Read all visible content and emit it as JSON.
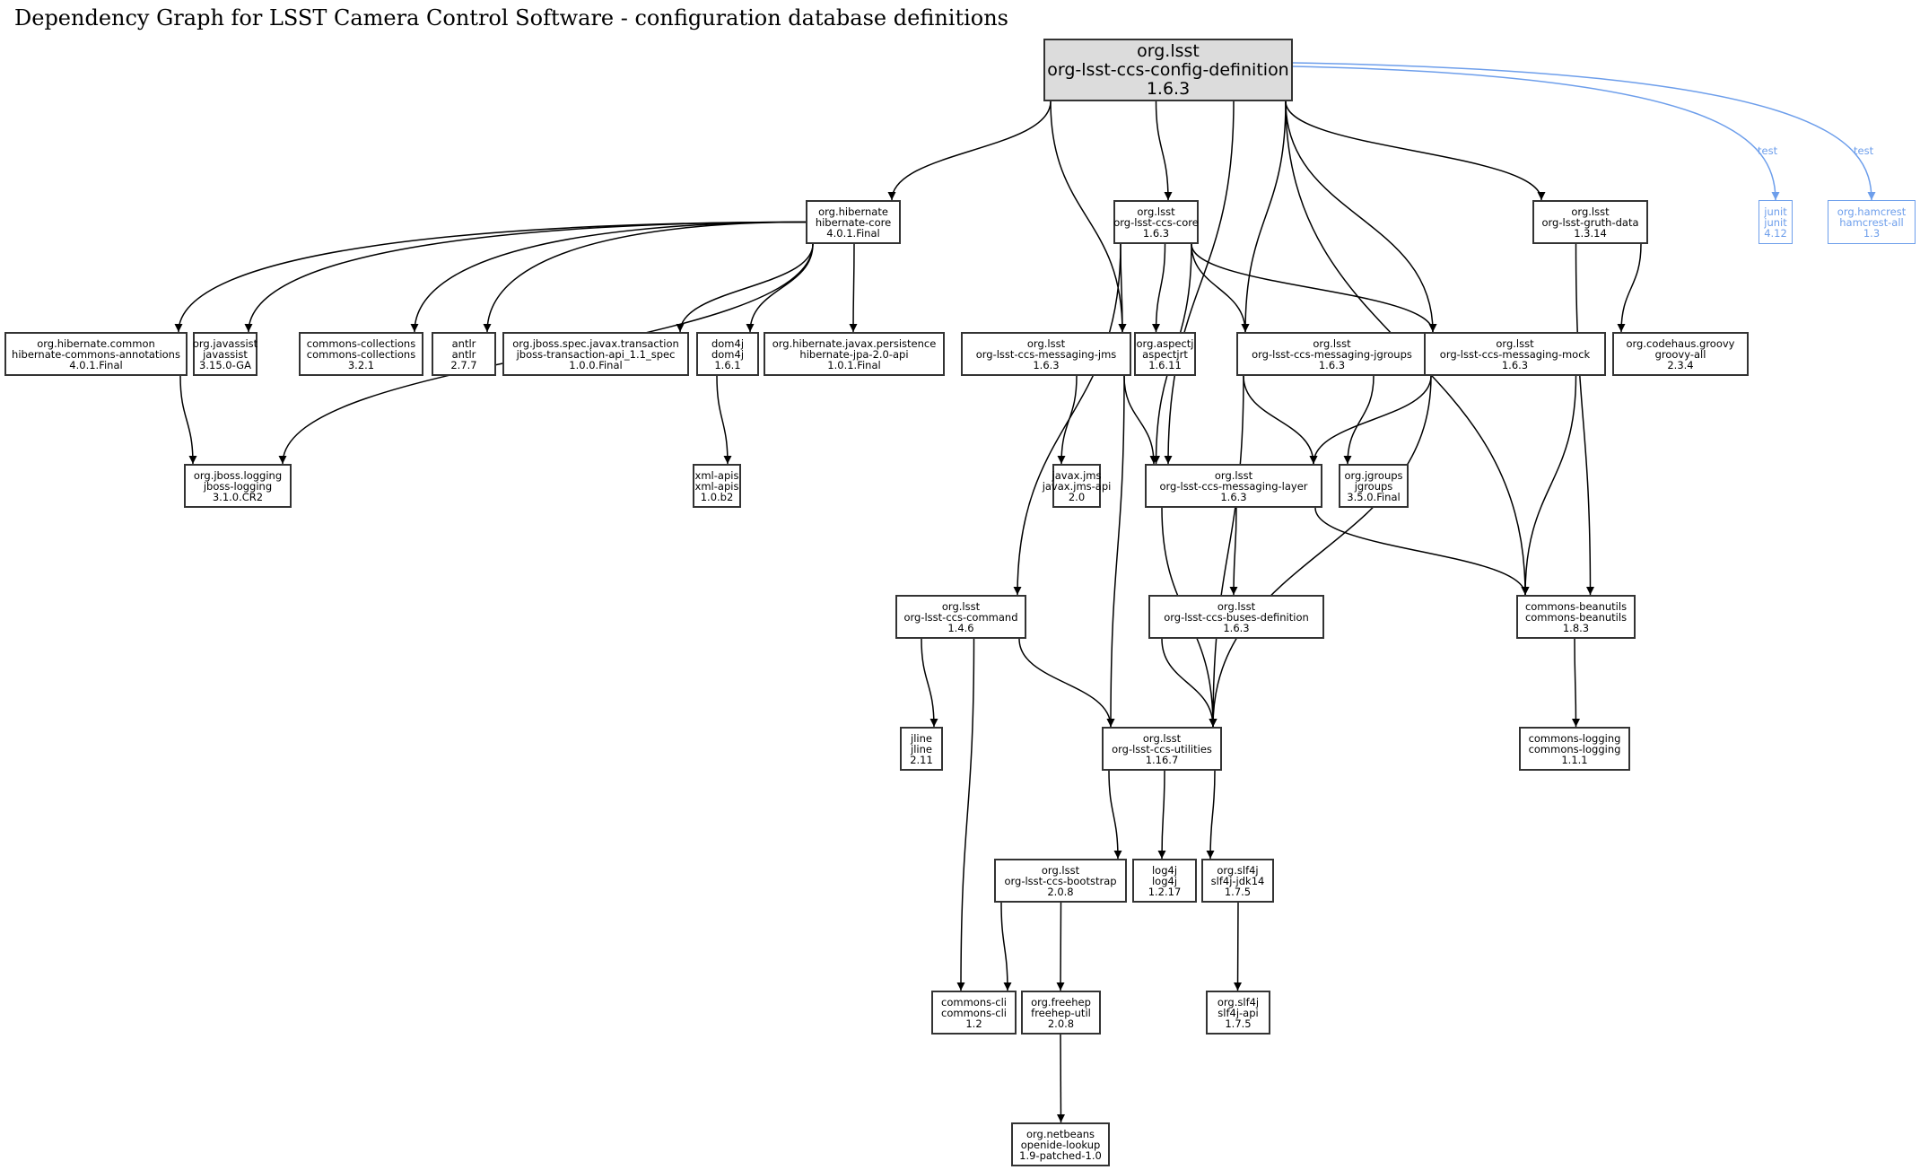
{
  "title": "Dependency Graph for LSST Camera Control Software - configuration database definitions",
  "colors": {
    "edge": "#000000",
    "test_edge": "#6d9eeb",
    "root_fill": "#dcdcdc",
    "node_border": "#333333"
  },
  "nodes": [
    {
      "id": "root",
      "group": "org.lsst",
      "artifact": "org-lsst-ccs-config-definition",
      "version": "1.6.3",
      "kind": "root"
    },
    {
      "id": "hibernate-core",
      "group": "org.hibernate",
      "artifact": "hibernate-core",
      "version": "4.0.1.Final"
    },
    {
      "id": "ccs-core",
      "group": "org.lsst",
      "artifact": "org-lsst-ccs-core",
      "version": "1.6.3"
    },
    {
      "id": "gruth-data",
      "group": "org.lsst",
      "artifact": "org-lsst-gruth-data",
      "version": "1.3.14"
    },
    {
      "id": "junit",
      "group": "junit",
      "artifact": "junit",
      "version": "4.12",
      "kind": "test"
    },
    {
      "id": "hamcrest",
      "group": "org.hamcrest",
      "artifact": "hamcrest-all",
      "version": "1.3",
      "kind": "test"
    },
    {
      "id": "commons-annotations",
      "group": "org.hibernate.common",
      "artifact": "hibernate-commons-annotations",
      "version": "4.0.1.Final"
    },
    {
      "id": "javassist",
      "group": "org.javassist",
      "artifact": "javassist",
      "version": "3.15.0-GA"
    },
    {
      "id": "commons-collections",
      "group": "commons-collections",
      "artifact": "commons-collections",
      "version": "3.2.1"
    },
    {
      "id": "antlr",
      "group": "antlr",
      "artifact": "antlr",
      "version": "2.7.7"
    },
    {
      "id": "jboss-transaction",
      "group": "org.jboss.spec.javax.transaction",
      "artifact": "jboss-transaction-api_1.1_spec",
      "version": "1.0.0.Final"
    },
    {
      "id": "dom4j",
      "group": "dom4j",
      "artifact": "dom4j",
      "version": "1.6.1"
    },
    {
      "id": "hibernate-jpa",
      "group": "org.hibernate.javax.persistence",
      "artifact": "hibernate-jpa-2.0-api",
      "version": "1.0.1.Final"
    },
    {
      "id": "messaging-jms",
      "group": "org.lsst",
      "artifact": "org-lsst-ccs-messaging-jms",
      "version": "1.6.3"
    },
    {
      "id": "aspectjrt",
      "group": "org.aspectj",
      "artifact": "aspectjrt",
      "version": "1.6.11"
    },
    {
      "id": "messaging-jgroups",
      "group": "org.lsst",
      "artifact": "org-lsst-ccs-messaging-jgroups",
      "version": "1.6.3"
    },
    {
      "id": "messaging-mock",
      "group": "org.lsst",
      "artifact": "org-lsst-ccs-messaging-mock",
      "version": "1.6.3"
    },
    {
      "id": "groovy-all",
      "group": "org.codehaus.groovy",
      "artifact": "groovy-all",
      "version": "2.3.4"
    },
    {
      "id": "jboss-logging",
      "group": "org.jboss.logging",
      "artifact": "jboss-logging",
      "version": "3.1.0.CR2"
    },
    {
      "id": "xml-apis",
      "group": "xml-apis",
      "artifact": "xml-apis",
      "version": "1.0.b2"
    },
    {
      "id": "jms-api",
      "group": "javax.jms",
      "artifact": "javax.jms-api",
      "version": "2.0"
    },
    {
      "id": "messaging-layer",
      "group": "org.lsst",
      "artifact": "org-lsst-ccs-messaging-layer",
      "version": "1.6.3"
    },
    {
      "id": "jgroups",
      "group": "org.jgroups",
      "artifact": "jgroups",
      "version": "3.5.0.Final"
    },
    {
      "id": "ccs-command",
      "group": "org.lsst",
      "artifact": "org-lsst-ccs-command",
      "version": "1.4.6"
    },
    {
      "id": "buses-definition",
      "group": "org.lsst",
      "artifact": "org-lsst-ccs-buses-definition",
      "version": "1.6.3"
    },
    {
      "id": "commons-beanutils",
      "group": "commons-beanutils",
      "artifact": "commons-beanutils",
      "version": "1.8.3"
    },
    {
      "id": "jline",
      "group": "jline",
      "artifact": "jline",
      "version": "2.11"
    },
    {
      "id": "ccs-utilities",
      "group": "org.lsst",
      "artifact": "org-lsst-ccs-utilities",
      "version": "1.16.7"
    },
    {
      "id": "commons-logging",
      "group": "commons-logging",
      "artifact": "commons-logging",
      "version": "1.1.1"
    },
    {
      "id": "ccs-bootstrap",
      "group": "org.lsst",
      "artifact": "org-lsst-ccs-bootstrap",
      "version": "2.0.8"
    },
    {
      "id": "log4j",
      "group": "log4j",
      "artifact": "log4j",
      "version": "1.2.17"
    },
    {
      "id": "slf4j-jdk14",
      "group": "org.slf4j",
      "artifact": "slf4j-jdk14",
      "version": "1.7.5"
    },
    {
      "id": "commons-cli",
      "group": "commons-cli",
      "artifact": "commons-cli",
      "version": "1.2"
    },
    {
      "id": "freehep-util",
      "group": "org.freehep",
      "artifact": "freehep-util",
      "version": "2.0.8"
    },
    {
      "id": "slf4j-api",
      "group": "org.slf4j",
      "artifact": "slf4j-api",
      "version": "1.7.5"
    },
    {
      "id": "openide-lookup",
      "group": "org.netbeans",
      "artifact": "openide-lookup",
      "version": "1.9-patched-1.0"
    }
  ],
  "edges": [
    {
      "from": "root",
      "to": "hibernate-core"
    },
    {
      "from": "root",
      "to": "ccs-core"
    },
    {
      "from": "root",
      "to": "messaging-jms"
    },
    {
      "from": "root",
      "to": "messaging-layer"
    },
    {
      "from": "root",
      "to": "messaging-jgroups"
    },
    {
      "from": "root",
      "to": "messaging-mock"
    },
    {
      "from": "root",
      "to": "gruth-data"
    },
    {
      "from": "root",
      "to": "commons-beanutils"
    },
    {
      "from": "root",
      "to": "junit",
      "label": "test"
    },
    {
      "from": "root",
      "to": "hamcrest",
      "label": "test"
    },
    {
      "from": "hibernate-core",
      "to": "commons-annotations"
    },
    {
      "from": "hibernate-core",
      "to": "javassist"
    },
    {
      "from": "hibernate-core",
      "to": "jboss-logging"
    },
    {
      "from": "hibernate-core",
      "to": "commons-collections"
    },
    {
      "from": "hibernate-core",
      "to": "antlr"
    },
    {
      "from": "hibernate-core",
      "to": "jboss-transaction"
    },
    {
      "from": "hibernate-core",
      "to": "dom4j"
    },
    {
      "from": "hibernate-core",
      "to": "hibernate-jpa"
    },
    {
      "from": "commons-annotations",
      "to": "jboss-logging"
    },
    {
      "from": "dom4j",
      "to": "xml-apis"
    },
    {
      "from": "ccs-core",
      "to": "ccs-command"
    },
    {
      "from": "ccs-core",
      "to": "messaging-jms"
    },
    {
      "from": "ccs-core",
      "to": "aspectjrt"
    },
    {
      "from": "ccs-core",
      "to": "messaging-layer"
    },
    {
      "from": "ccs-core",
      "to": "messaging-jgroups"
    },
    {
      "from": "ccs-core",
      "to": "messaging-mock"
    },
    {
      "from": "gruth-data",
      "to": "groovy-all"
    },
    {
      "from": "gruth-data",
      "to": "commons-beanutils"
    },
    {
      "from": "messaging-jms",
      "to": "jms-api"
    },
    {
      "from": "messaging-jms",
      "to": "messaging-layer"
    },
    {
      "from": "messaging-jms",
      "to": "ccs-utilities"
    },
    {
      "from": "messaging-jgroups",
      "to": "messaging-layer"
    },
    {
      "from": "messaging-jgroups",
      "to": "jgroups"
    },
    {
      "from": "messaging-jgroups",
      "to": "ccs-utilities"
    },
    {
      "from": "messaging-mock",
      "to": "messaging-layer"
    },
    {
      "from": "messaging-mock",
      "to": "ccs-utilities"
    },
    {
      "from": "messaging-mock",
      "to": "commons-beanutils"
    },
    {
      "from": "messaging-layer",
      "to": "buses-definition"
    },
    {
      "from": "messaging-layer",
      "to": "ccs-utilities"
    },
    {
      "from": "messaging-layer",
      "to": "commons-beanutils"
    },
    {
      "from": "ccs-command",
      "to": "jline"
    },
    {
      "from": "ccs-command",
      "to": "ccs-utilities"
    },
    {
      "from": "ccs-command",
      "to": "commons-cli"
    },
    {
      "from": "buses-definition",
      "to": "ccs-utilities"
    },
    {
      "from": "commons-beanutils",
      "to": "commons-logging"
    },
    {
      "from": "ccs-utilities",
      "to": "ccs-bootstrap"
    },
    {
      "from": "ccs-utilities",
      "to": "log4j"
    },
    {
      "from": "ccs-utilities",
      "to": "slf4j-jdk14"
    },
    {
      "from": "ccs-bootstrap",
      "to": "commons-cli"
    },
    {
      "from": "ccs-bootstrap",
      "to": "freehep-util"
    },
    {
      "from": "slf4j-jdk14",
      "to": "slf4j-api"
    },
    {
      "from": "freehep-util",
      "to": "openide-lookup"
    }
  ]
}
